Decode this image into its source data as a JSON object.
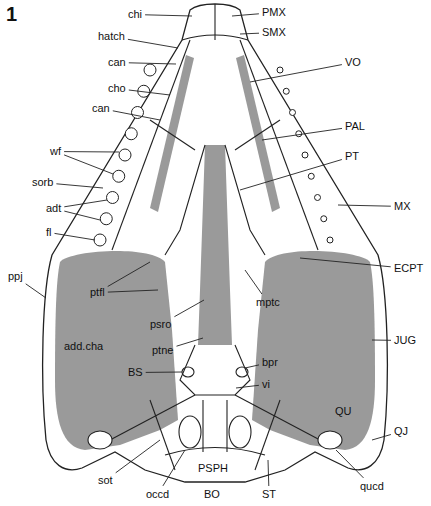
{
  "diagram": {
    "labels": [
      "1",
      "chi",
      "PMX",
      "SMX",
      "hatch",
      "can",
      "VO",
      "cho",
      "can",
      "PAL",
      "wf",
      "PT",
      "sorb",
      "adt",
      "MX",
      "fl",
      "ppj",
      "ECPT",
      "ptfl",
      "mptc",
      "psro",
      "add.cha",
      "JUG",
      "ptne",
      "bpr",
      "BS",
      "vi",
      "QU",
      "QJ",
      "sot",
      "qucd",
      "occd",
      "BO",
      "PSPH",
      "ST"
    ]
  }
}
